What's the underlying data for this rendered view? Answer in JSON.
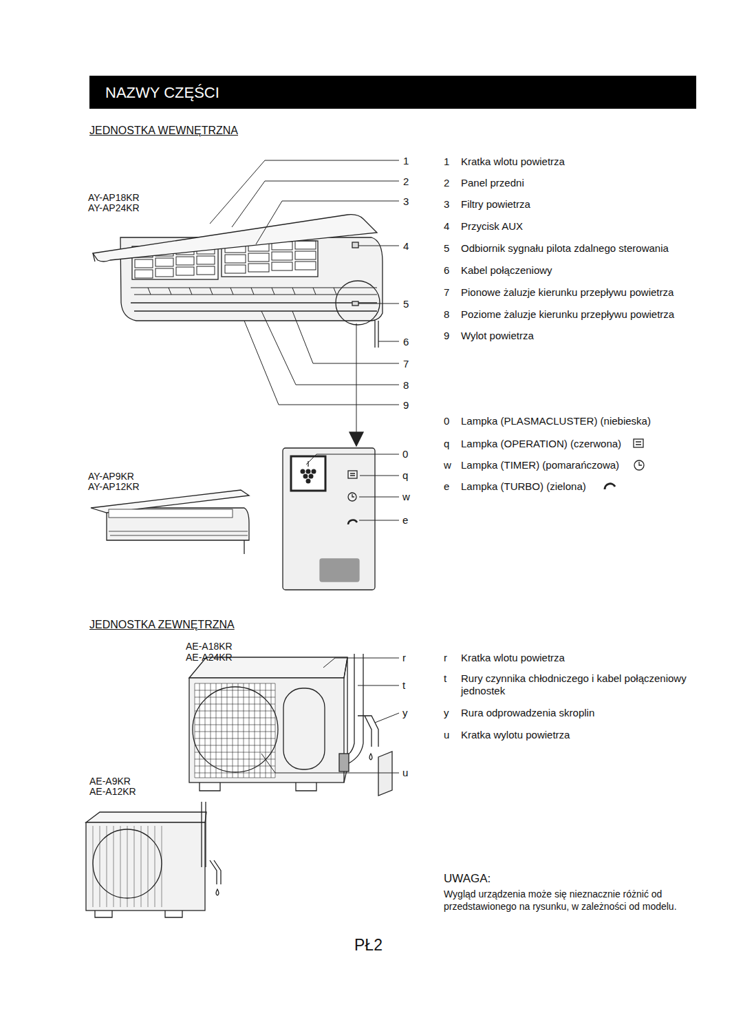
{
  "diagram": {
    "nodes": [
      {
        "text": [
          "NAZWY CZĘŚCI"
        ]
      }
    ],
    "labels": [
      "JEDNOSTKA WEWNĘTRZNA",
      "AY-AP18KR",
      "AY-AP24KR",
      "1",
      "2",
      "3",
      "4",
      "5",
      "6",
      "7",
      "8",
      "9",
      "1",
      "Kratka wlotu powietrza",
      "2",
      "Panel przedni",
      "3",
      "Filtry powietrza",
      "4",
      "Przycisk AUX",
      "5",
      "Odbiornik sygnału pilota zdalnego sterowania",
      "6",
      "Kabel połączeniowy",
      "7",
      "Pionowe żaluzje kierunku przepływu powietrza",
      "8",
      "Poziome żaluzje kierunku przepływu powietrza",
      "9",
      "Wylot powietrza",
      "AY-AP9KR",
      "AY-AP12KR",
      "0",
      "q",
      "w",
      "e",
      "0",
      "Lampka (PLASMACLUSTER) (niebieska)",
      "q",
      "Lampka (OPERATION) (czerwona)",
      "w",
      "Lampka (TIMER) (pomarańczowa)",
      "e",
      "Lampka (TURBO) (zielona)",
      "JEDNOSTKA ZEWNĘTRZNA",
      "AE-A18KR",
      "AE-A24KR",
      "r",
      "t",
      "y",
      "u",
      "r",
      "Kratka wlotu powietrza",
      "t",
      "Rury czynnika chłodniczego i kabel połączeniowy jednostek",
      "y",
      "Rura odprowadzenia skroplin",
      "u",
      "Kratka wylotu powietrza",
      "AE-A9KR",
      "AE-A12KR",
      "UWAGA:",
      "Wygląd urządzenia może się nieznacznie różnić od przedstawionego na rysunku, w zależności od modelu.",
      "PŁ2"
    ]
  }
}
